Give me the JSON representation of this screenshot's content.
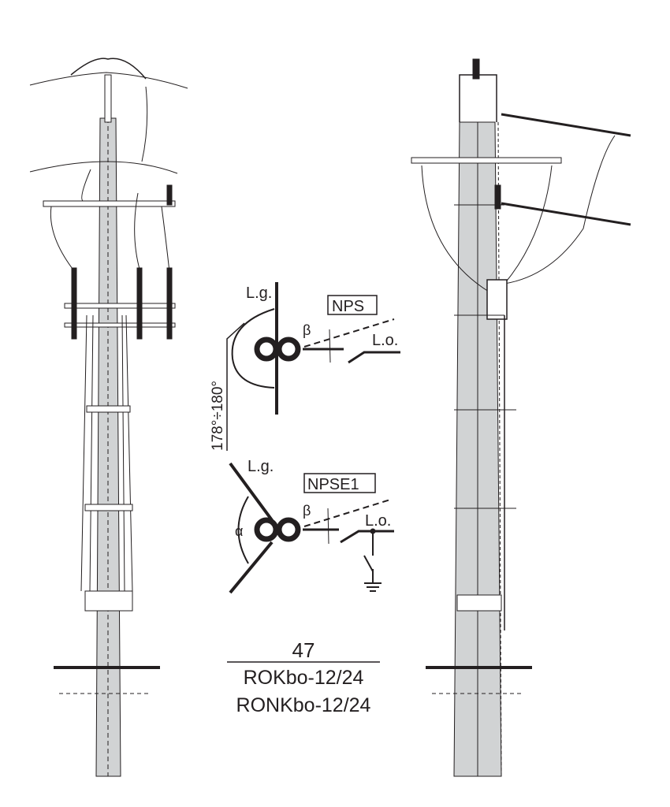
{
  "drawing": {
    "number": "47",
    "type_line_1": "ROKbo-12/24",
    "type_line_2": "RONKbo-12/24"
  },
  "detail_nps": {
    "tag": "NPS",
    "main_line_label": "L.g.",
    "branch_line_label": "L.o.",
    "beta_label": "β",
    "angle_label": "178°÷180°"
  },
  "detail_npse1": {
    "tag": "NPSE1",
    "main_line_label": "L.g.",
    "branch_line_label": "L.o.",
    "beta_label": "β",
    "alpha_label": "α"
  },
  "colors": {
    "pole": "#d1d3d4",
    "ink": "#231f20"
  }
}
